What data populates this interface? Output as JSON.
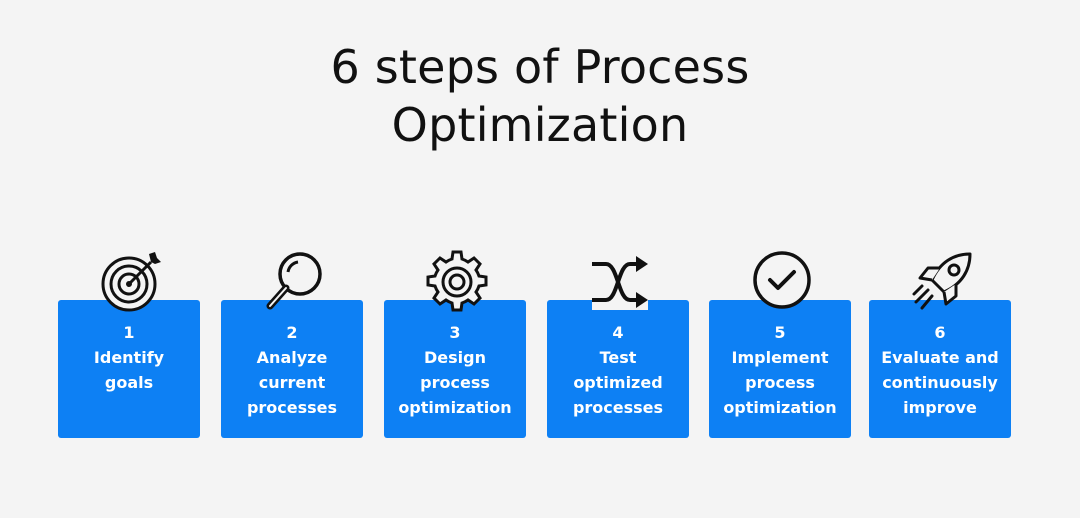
{
  "title": {
    "line1": "6 steps of Process",
    "line2": "Optimization"
  },
  "steps": [
    {
      "number": "1",
      "lines": [
        "Identify",
        "goals"
      ],
      "icon": "target-icon"
    },
    {
      "number": "2",
      "lines": [
        "Analyze",
        "current",
        "processes"
      ],
      "icon": "magnifier-icon"
    },
    {
      "number": "3",
      "lines": [
        "Design",
        "process",
        "optimization"
      ],
      "icon": "gear-icon"
    },
    {
      "number": "4",
      "lines": [
        "Test",
        "optimized",
        "processes"
      ],
      "icon": "shuffle-arrows-icon"
    },
    {
      "number": "5",
      "lines": [
        "Implement",
        "process",
        "optimization"
      ],
      "icon": "checkmark-circle-icon"
    },
    {
      "number": "6",
      "lines": [
        "Evaluate and",
        "continuously",
        "improve"
      ],
      "icon": "rocket-icon"
    }
  ],
  "colors": {
    "card": "#0d80f4",
    "background": "#f4f4f4",
    "text_dark": "#111111"
  }
}
